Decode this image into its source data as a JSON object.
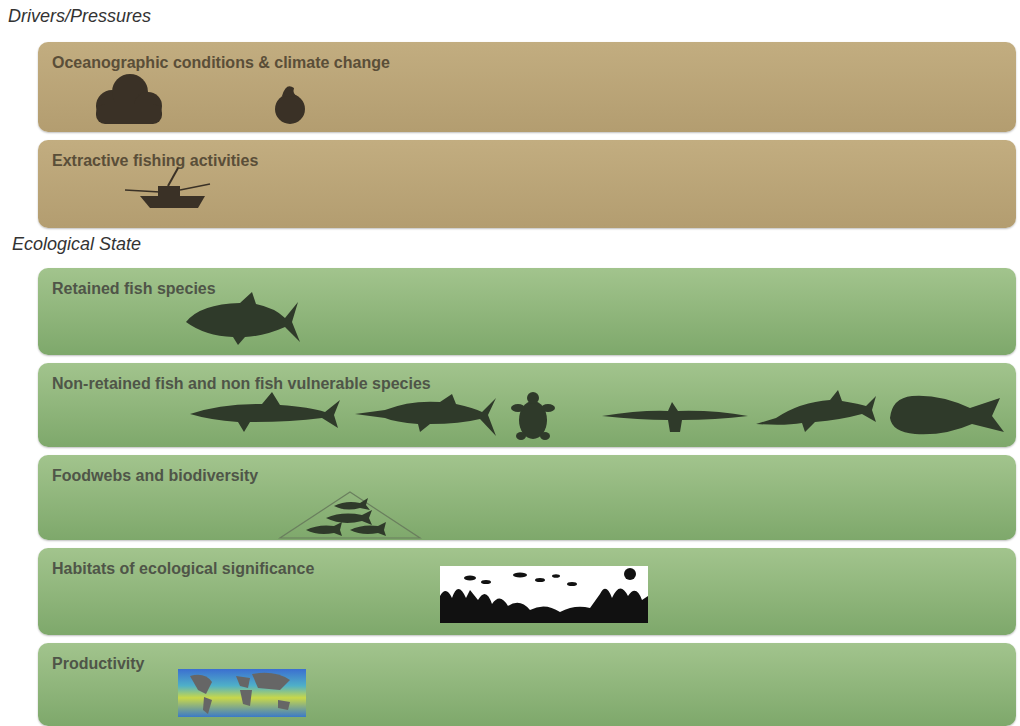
{
  "diagram": {
    "nodes": [
      {
        "text": [
          "Oceanographic conditions & climate change"
        ]
      },
      {
        "text": [
          "Extractive fishing activities"
        ]
      },
      {
        "text": [
          "Retained fish species"
        ]
      },
      {
        "text": [
          "Non-retained fish and non fish vulnerable species"
        ]
      },
      {
        "text": [
          "Foodwebs and biodiversity"
        ]
      },
      {
        "text": [
          "Habitats of ecological significance"
        ]
      },
      {
        "text": [
          "Productivity"
        ]
      }
    ],
    "labels": [
      "Drivers/Pressures",
      "Ecological State"
    ]
  }
}
